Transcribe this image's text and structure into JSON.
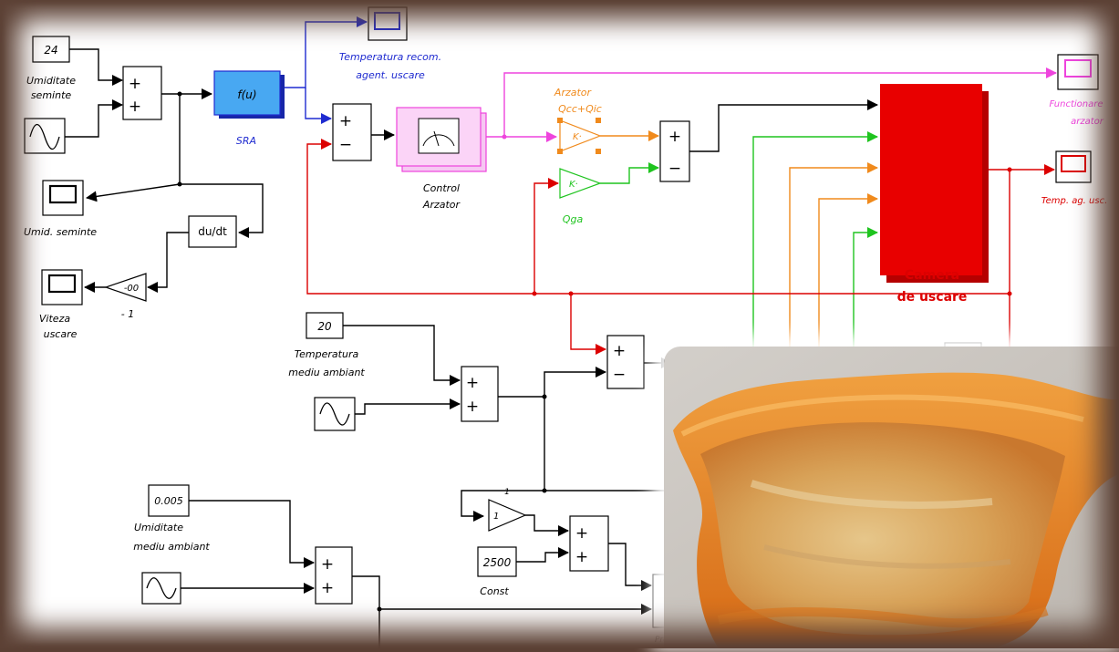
{
  "blocks": {
    "const_24": "24",
    "const_20": "20",
    "const_0005": "0.005",
    "const_2500": "2500",
    "fcn": "f(u)",
    "derivative": "du/dt",
    "gain_neg": "-00",
    "gain_k_orange": "K·",
    "gain_k_green": "K·",
    "gain_1": "1",
    "plus": "+",
    "minus": "−"
  },
  "labels": {
    "umiditate_seminte": [
      "Umiditate",
      "seminte"
    ],
    "sra": "SRA",
    "temperatura_recom": [
      "Temperatura recom.",
      "agent. uscare"
    ],
    "control_arzator": [
      "Control",
      "Arzator"
    ],
    "arzator_q": [
      "Arzator",
      "Qcc+Qic"
    ],
    "qga": "Qga",
    "functionare_arzator": [
      "Functionare",
      "arzator"
    ],
    "temp_ag_usc": "Temp. ag. usc.",
    "camera": [
      "Camera",
      "de uscare"
    ],
    "umid_seminte": "Umid. seminte",
    "viteza_uscare": [
      "Viteza",
      "uscare"
    ],
    "gain_minus1": "- 1",
    "temperatura_mediu": [
      "Temperatura",
      "mediu ambiant"
    ],
    "umiditate_mediu": [
      "Umiditate",
      "mediu ambiant"
    ],
    "const_label": "Const",
    "gain1_top": "1",
    "product": "Pro"
  },
  "colors": {
    "blue": "#1f2bd0",
    "red": "#dc0000",
    "magenta": "#ee44dd",
    "orange": "#f08a1c",
    "green": "#1fc41f",
    "sra_fill": "#48a8f2",
    "camera_fill": "#e80000",
    "frame": "#5d4236"
  },
  "photo": {
    "subject": "dried-apricot-slice-photo"
  }
}
